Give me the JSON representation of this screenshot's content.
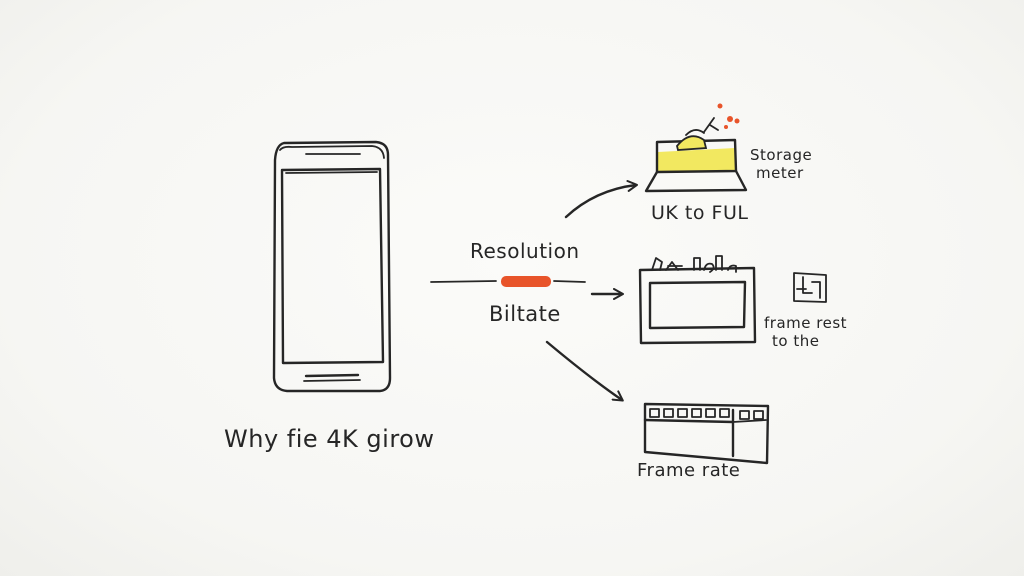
{
  "diagram": {
    "phone_caption": "Why fie 4K girow",
    "center_top_label": "Resolution",
    "center_bottom_label": "Biltate",
    "storage": {
      "title": "UK to FUL",
      "side_label_line1": "Storage",
      "side_label_line2": "meter"
    },
    "frame_box": {
      "side_label_line1": "frame rest",
      "side_label_line2": "to the"
    },
    "film": {
      "title": "Frame rate"
    },
    "colors": {
      "ink": "#262626",
      "accent_orange": "#e8542a",
      "accent_yellow": "#f2e860"
    }
  }
}
